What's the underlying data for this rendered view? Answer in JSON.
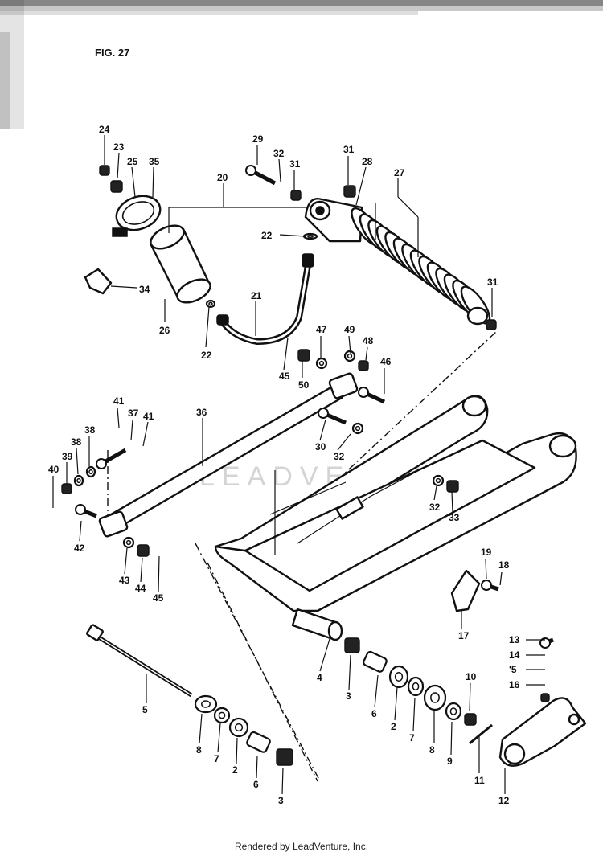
{
  "figure_label": "FIG. 27",
  "watermark": "LEADVENTURE",
  "footer": "Rendered by LeadVenture, Inc.",
  "callouts": {
    "c24": "24",
    "c23": "23",
    "c25": "25",
    "c35": "35",
    "c29": "29",
    "c32a": "32",
    "c31a": "31",
    "c31b": "31",
    "c28": "28",
    "c27": "27",
    "c20": "20",
    "c22a": "22",
    "c34": "34",
    "c26": "26",
    "c21": "21",
    "c22b": "22",
    "c31c": "31",
    "c47": "47",
    "c49": "49",
    "c48": "48",
    "c46": "46",
    "c45a": "45",
    "c50": "50",
    "c36": "36",
    "c41a": "41",
    "c37": "37",
    "c41b": "41",
    "c38a": "38",
    "c38b": "38",
    "c39": "39",
    "c40": "40",
    "c30": "30",
    "c32b": "32",
    "c32c": "32",
    "c33": "33",
    "c42": "42",
    "c43": "43",
    "c44": "44",
    "c45b": "45",
    "c19": "19",
    "c18": "18",
    "c17": "17",
    "c13": "13",
    "c14": "14",
    "c15": "'5",
    "c16": "16",
    "c4": "4",
    "c3a": "3",
    "c6a": "6",
    "c2a": "2",
    "c7a": "7",
    "c8a": "8",
    "c9": "9",
    "c10": "10",
    "c5": "5",
    "c8b": "8",
    "c7b": "7",
    "c2b": "2",
    "c6b": "6",
    "c3b": "3",
    "c11": "11",
    "c12": "12"
  }
}
